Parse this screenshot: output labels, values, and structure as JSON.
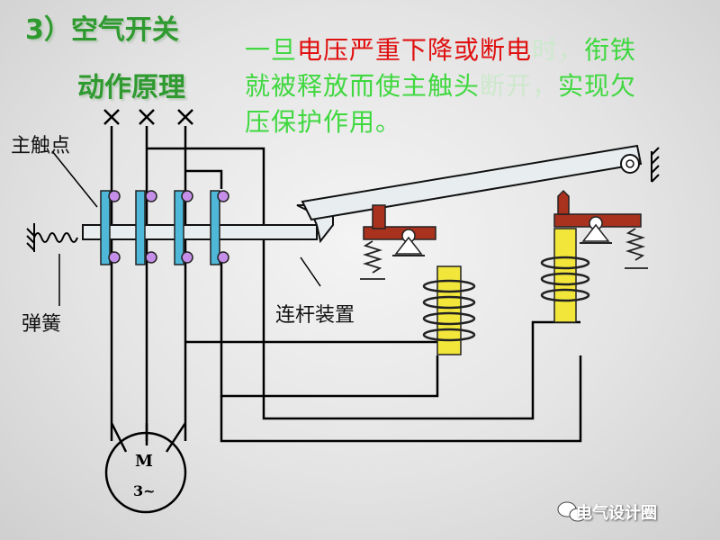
{
  "title": {
    "line1": "3）空气开关",
    "line2": "动作原理"
  },
  "description": {
    "prefix": "一旦",
    "highlight": "电压严重下降或断电",
    "faint1": "时，",
    "green1": "衔铁",
    "line2a": "就被释放而使主触头",
    "faint2": "断开，",
    "green2": "实现欠",
    "line3": "压保护作用。"
  },
  "labels": {
    "main_contact": "主触点",
    "spring": "弹簧",
    "link": "连杆装置"
  },
  "motor": {
    "letter": "M",
    "phase": "3~"
  },
  "watermark": "电气设计圈",
  "colors": {
    "title_green": "#2f9a2f",
    "highlight_red": "#e01010",
    "contact_blue": "#4fb8d8",
    "terminal_purple": "#c58ee8",
    "armature_red": "#a8321e",
    "coil_yellow": "#f2e63a"
  }
}
